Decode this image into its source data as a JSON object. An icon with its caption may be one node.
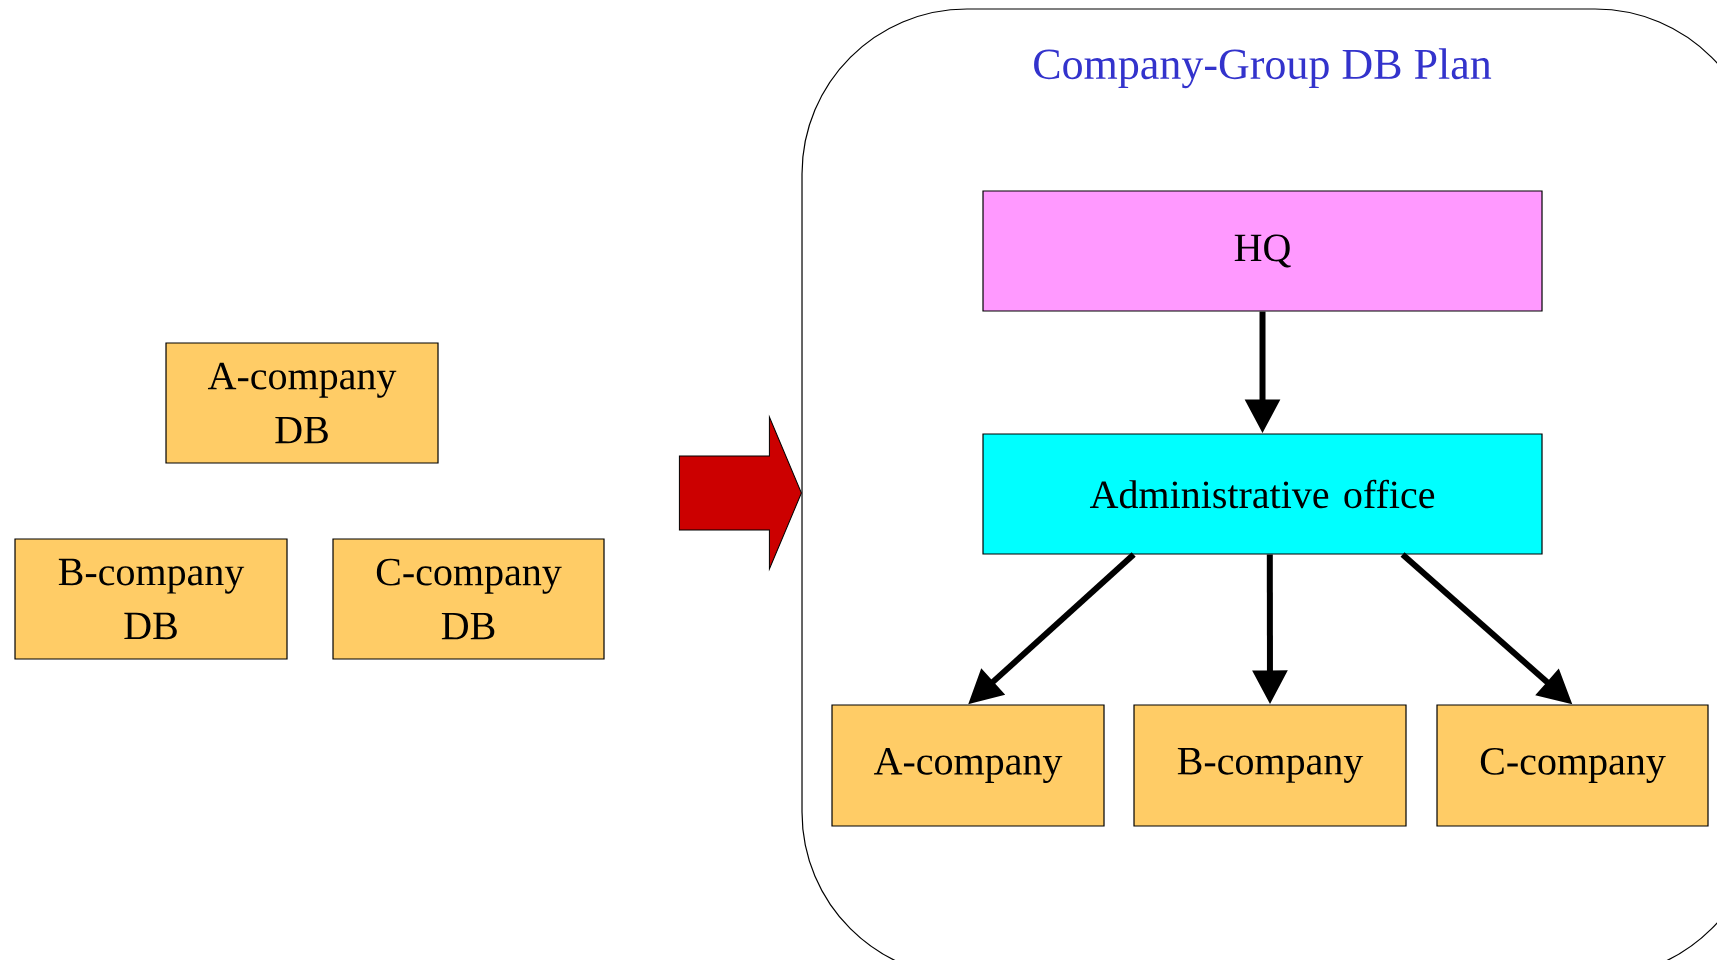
{
  "diagram": {
    "nodes": [
      {
        "text": [
          "A-company DB"
        ]
      },
      {
        "text": [
          "B-company DB"
        ]
      },
      {
        "text": [
          "C-company DB"
        ]
      },
      {
        "text": [
          "Company-Group DB  Plan"
        ]
      },
      {
        "text": [
          "HQ"
        ],
        "in": 3
      },
      {
        "text": [
          "Administrative office"
        ],
        "in": 3
      },
      {
        "text": [
          "A-company"
        ],
        "in": 3
      },
      {
        "text": [
          "B-company"
        ],
        "in": 3
      },
      {
        "text": [
          "C-company"
        ],
        "in": 3
      }
    ],
    "edges": [
      {
        "from": null,
        "to": 3,
        "arrow": "to",
        "style": "thick",
        "color": "#cc0000"
      },
      {
        "from": 4,
        "to": 5,
        "arrow": "to"
      },
      {
        "from": 5,
        "to": 6,
        "arrow": "to"
      },
      {
        "from": 5,
        "to": 7,
        "arrow": "to"
      },
      {
        "from": 5,
        "to": 8,
        "arrow": "to"
      }
    ]
  }
}
